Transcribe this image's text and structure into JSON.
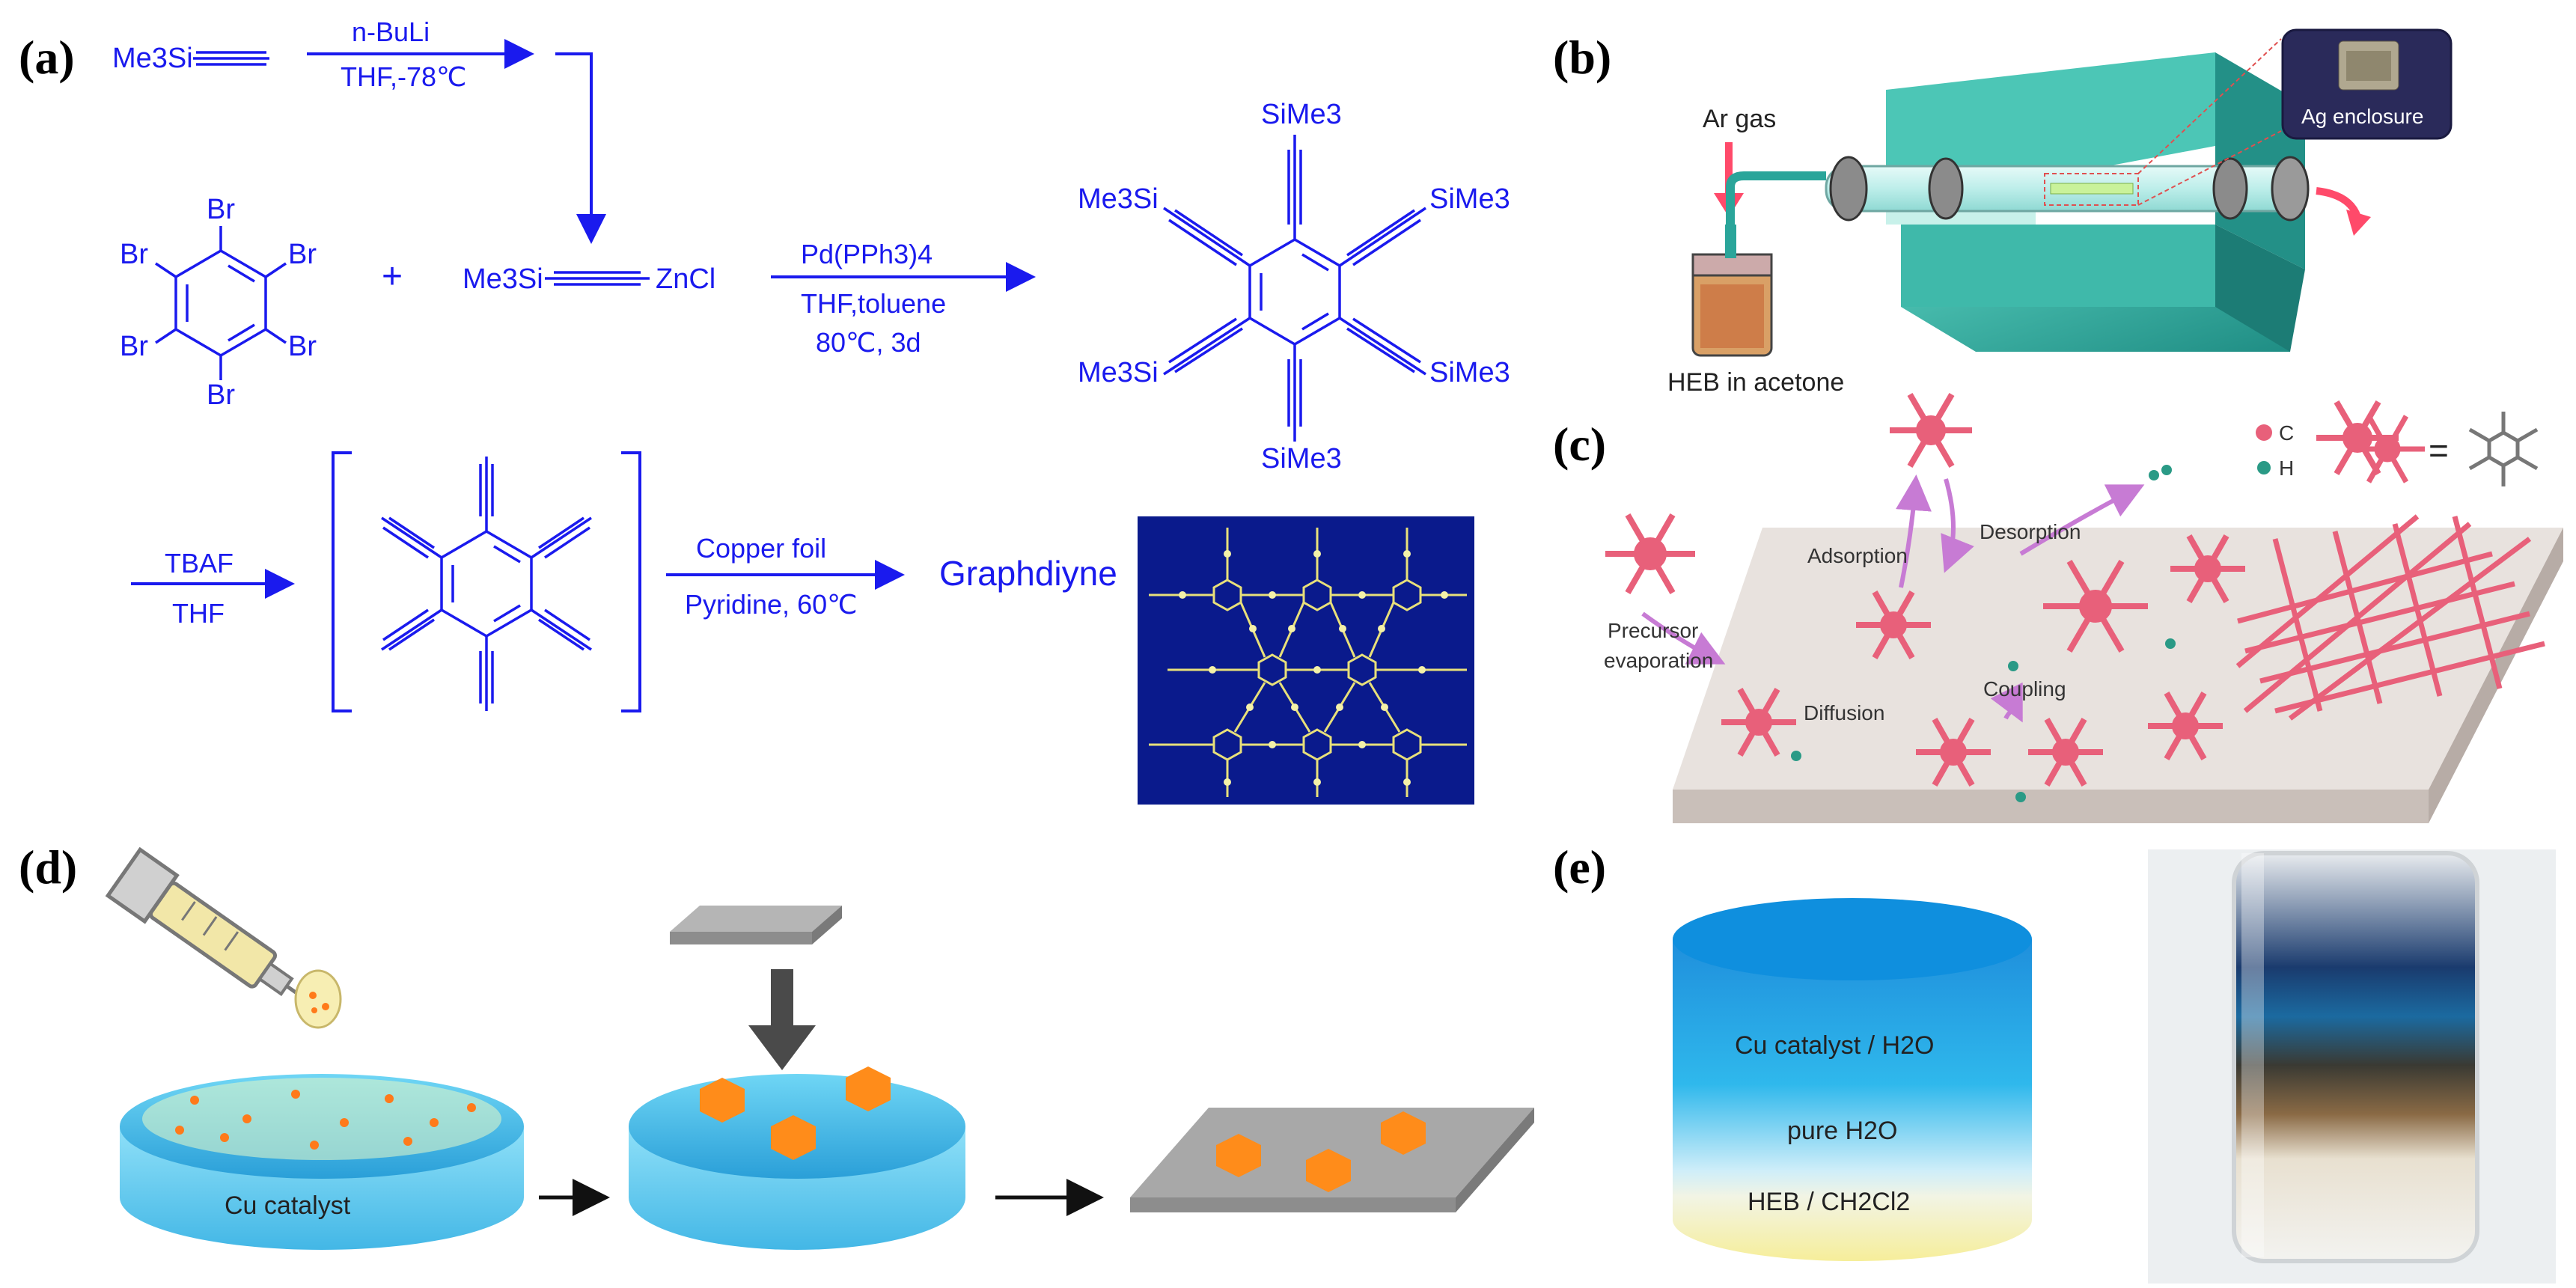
{
  "panels": {
    "a": {
      "label": "(a)",
      "reagent_tms_acetylene": "Me3Si",
      "step1_reagent": "n-BuLi",
      "step1_conditions": "THF,-78℃",
      "hexabromobenzene_substituent": "Br",
      "plus": "+",
      "zinc_reagent_left": "Me3Si",
      "zinc_reagent_right": "ZnCl",
      "step2_reagent": "Pd(PPh3)4",
      "step2_conditions_1": "THF,toluene",
      "step2_conditions_2": "80℃, 3d",
      "product_tms_top": "SiMe3",
      "product_tms_left": "Me3Si",
      "product_tms_right": "SiMe3",
      "step3_reagent": "TBAF",
      "step3_solvent": "THF",
      "step4_reagent": "Copper foil",
      "step4_conditions": "Pyridine, 60℃",
      "final_product": "Graphdiyne"
    },
    "b": {
      "label": "(b)",
      "gas": "Ar gas",
      "enclosure": "Ag enclosure",
      "source": "HEB in acetone"
    },
    "c": {
      "label": "(c)",
      "legend_c": "C",
      "legend_h": "H",
      "equals": "=",
      "step_precursor_1": "Precursor",
      "step_precursor_2": "evaporation",
      "step_adsorption": "Adsorption",
      "step_desorption": "Desorption",
      "step_diffusion": "Diffusion",
      "step_coupling": "Coupling"
    },
    "d": {
      "label": "(d)",
      "dish_label": "Cu catalyst"
    },
    "e": {
      "label": "(e)",
      "layer_top": "Cu catalyst / H2O",
      "layer_middle": "pure H2O",
      "layer_bottom": "HEB / CH2Cl2"
    }
  },
  "colors": {
    "reaction_blue": "#1a1aee",
    "graphdiyne_bg": "#0a1a8c",
    "atom_carbon": "#e8607a",
    "atom_hydrogen": "#2a9a86",
    "liquid_blue": "#2fb8e6",
    "flake_orange": "#ff8c1a",
    "hydrophobic_yellow": "#f6ee9a"
  }
}
